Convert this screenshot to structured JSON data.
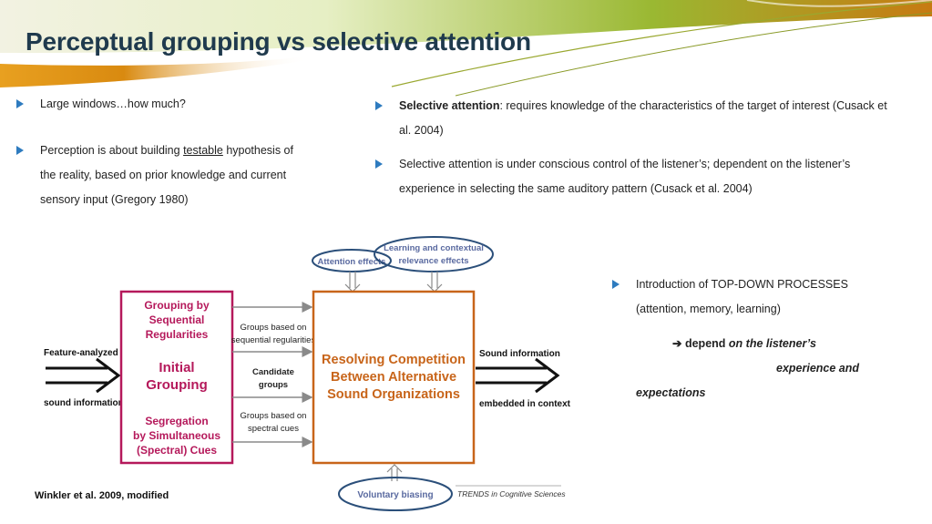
{
  "title": "Perceptual grouping vs selective attention",
  "left_bullets": [
    {
      "text": "Large windows…how much?"
    },
    {
      "pre": "Perception is about building ",
      "underlined": "testable",
      "post": " hypothesis of the reality, based on prior knowledge and current sensory input (Gregory 1980)"
    }
  ],
  "right_bullets": [
    {
      "bold": "Selective attention",
      "text": ": requires knowledge of the characteristics of the target of interest (Cusack et al. 2004)"
    },
    {
      "text": "Selective attention is under conscious control of the listener’s; dependent on the listener’s experience in selecting the same auditory pattern (Cusack et al. 2004)"
    }
  ],
  "top_down": {
    "text": "Introduction of TOP-DOWN PROCESSES (attention, memory, learning)",
    "arrow_glyph": "➔",
    "depend_bold": "depend",
    "line1": "on the listener’s",
    "line2": "experience and",
    "line3": "expectations"
  },
  "diagram": {
    "attention_effects": "Attention effects",
    "learning_1": "Learning and contextual",
    "learning_2": "relevance effects",
    "input_1": "Feature-analyzed",
    "input_2": "sound information",
    "grouping_seq": [
      "Grouping by",
      "Sequential",
      "Regularities"
    ],
    "initial_grouping": [
      "Initial",
      "Grouping"
    ],
    "segregation": [
      "Segregation",
      "by Simultaneous",
      "(Spectral) Cues"
    ],
    "groups_seq": [
      "Groups based on",
      "sequential regularities"
    ],
    "candidate": [
      "Candidate",
      "groups"
    ],
    "groups_spec": [
      "Groups based on",
      "spectral cues"
    ],
    "resolving": [
      "Resolving Competition",
      "Between Alternative",
      "Sound Organizations"
    ],
    "output_1": "Sound information",
    "output_2": "embedded in context",
    "voluntary": "Voluntary biasing",
    "trends": "TRENDS in Cognitive Sciences"
  },
  "caption": "Winkler et al. 2009, modified",
  "colors": {
    "title": "#1f3a4d",
    "bullet_arrow": "#2e7bbf",
    "magenta": "#b5195b",
    "orange": "#c8651a",
    "ellipse": "#2b4f7a",
    "banner_green": "#7a9a1a",
    "banner_orange": "#e08a1a"
  }
}
